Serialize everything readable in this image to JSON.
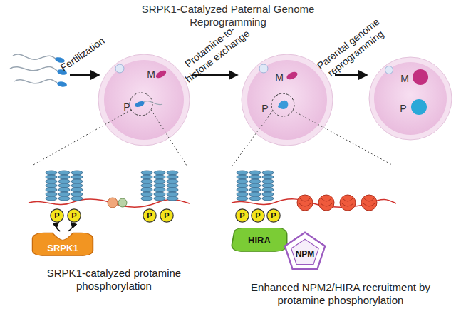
{
  "diagram": {
    "title": "SRPK1-Catalyzed Paternal Genome Reprogramming",
    "nodes": [
      {
        "text": [
          "P"
        ]
      },
      {
        "text": [
          "P"
        ]
      },
      {
        "text": [
          "P"
        ]
      },
      {
        "text": [
          "P"
        ]
      },
      {
        "text": [
          "SRPK1"
        ]
      },
      {
        "text": [
          "P"
        ]
      },
      {
        "text": [
          "P"
        ]
      },
      {
        "text": [
          "P"
        ]
      },
      {
        "text": [
          "HIRA"
        ]
      },
      {
        "text": [
          "NPM"
        ]
      }
    ],
    "edges": [
      {
        "from": 4,
        "to": 0,
        "arrow": "to"
      },
      {
        "from": 4,
        "to": 1,
        "arrow": "to"
      }
    ],
    "labels": [
      "Fertilization",
      "Protamine-to-histone exchange",
      "Parental genome reprogramming",
      "M",
      "P",
      "M",
      "P",
      "M",
      "P",
      "SRPK1-catalyzed protamine phosphorylation",
      "Enhanced NPM2/HIRA recruitment by protamine phosphorylation"
    ]
  }
}
